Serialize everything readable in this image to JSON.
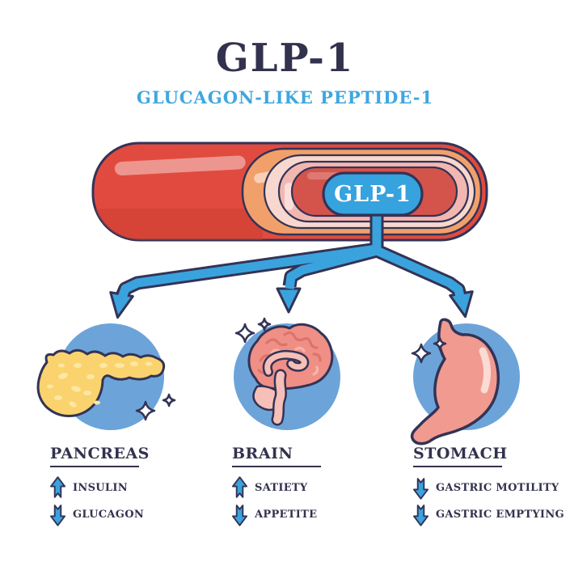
{
  "header": {
    "title": "GLP-1",
    "subtitle": "GLUCAGON-LIKE PEPTIDE-1"
  },
  "vessel": {
    "badge_label": "GLP-1",
    "description_icon": "blood-vessel-cutaway-icon"
  },
  "colors": {
    "title_navy": "#32324E",
    "outline_navy": "#333356",
    "accent_blue": "#3AA3DE",
    "subtitle_blue": "#3EA7E0",
    "circle_blue": "#6CA4D9",
    "vessel_red": "#E14B3F",
    "lumen_red": "#D4544B",
    "layer_orange": "#F2A06B",
    "layer_pale_pink": "#F8D7CE",
    "layer_pink": "#F3B7B1",
    "pancreas_yellow": "#FAD36E",
    "brain_salmon": "#EF8F86",
    "stomach_pink": "#F09A90"
  },
  "organs": [
    {
      "id": "pancreas",
      "heading": "PANCREAS",
      "icon": "pancreas-icon",
      "effects": [
        {
          "direction": "up",
          "label": "INSULIN"
        },
        {
          "direction": "down",
          "label": "GLUCAGON"
        }
      ]
    },
    {
      "id": "brain",
      "heading": "BRAIN",
      "icon": "brain-icon",
      "effects": [
        {
          "direction": "up",
          "label": "SATIETY"
        },
        {
          "direction": "down",
          "label": "APPETITE"
        }
      ]
    },
    {
      "id": "stomach",
      "heading": "STOMACH",
      "icon": "stomach-icon",
      "effects": [
        {
          "direction": "down",
          "label": "GASTRIC MOTILITY"
        },
        {
          "direction": "down",
          "label": "GASTRIC EMPTYING"
        }
      ]
    }
  ]
}
